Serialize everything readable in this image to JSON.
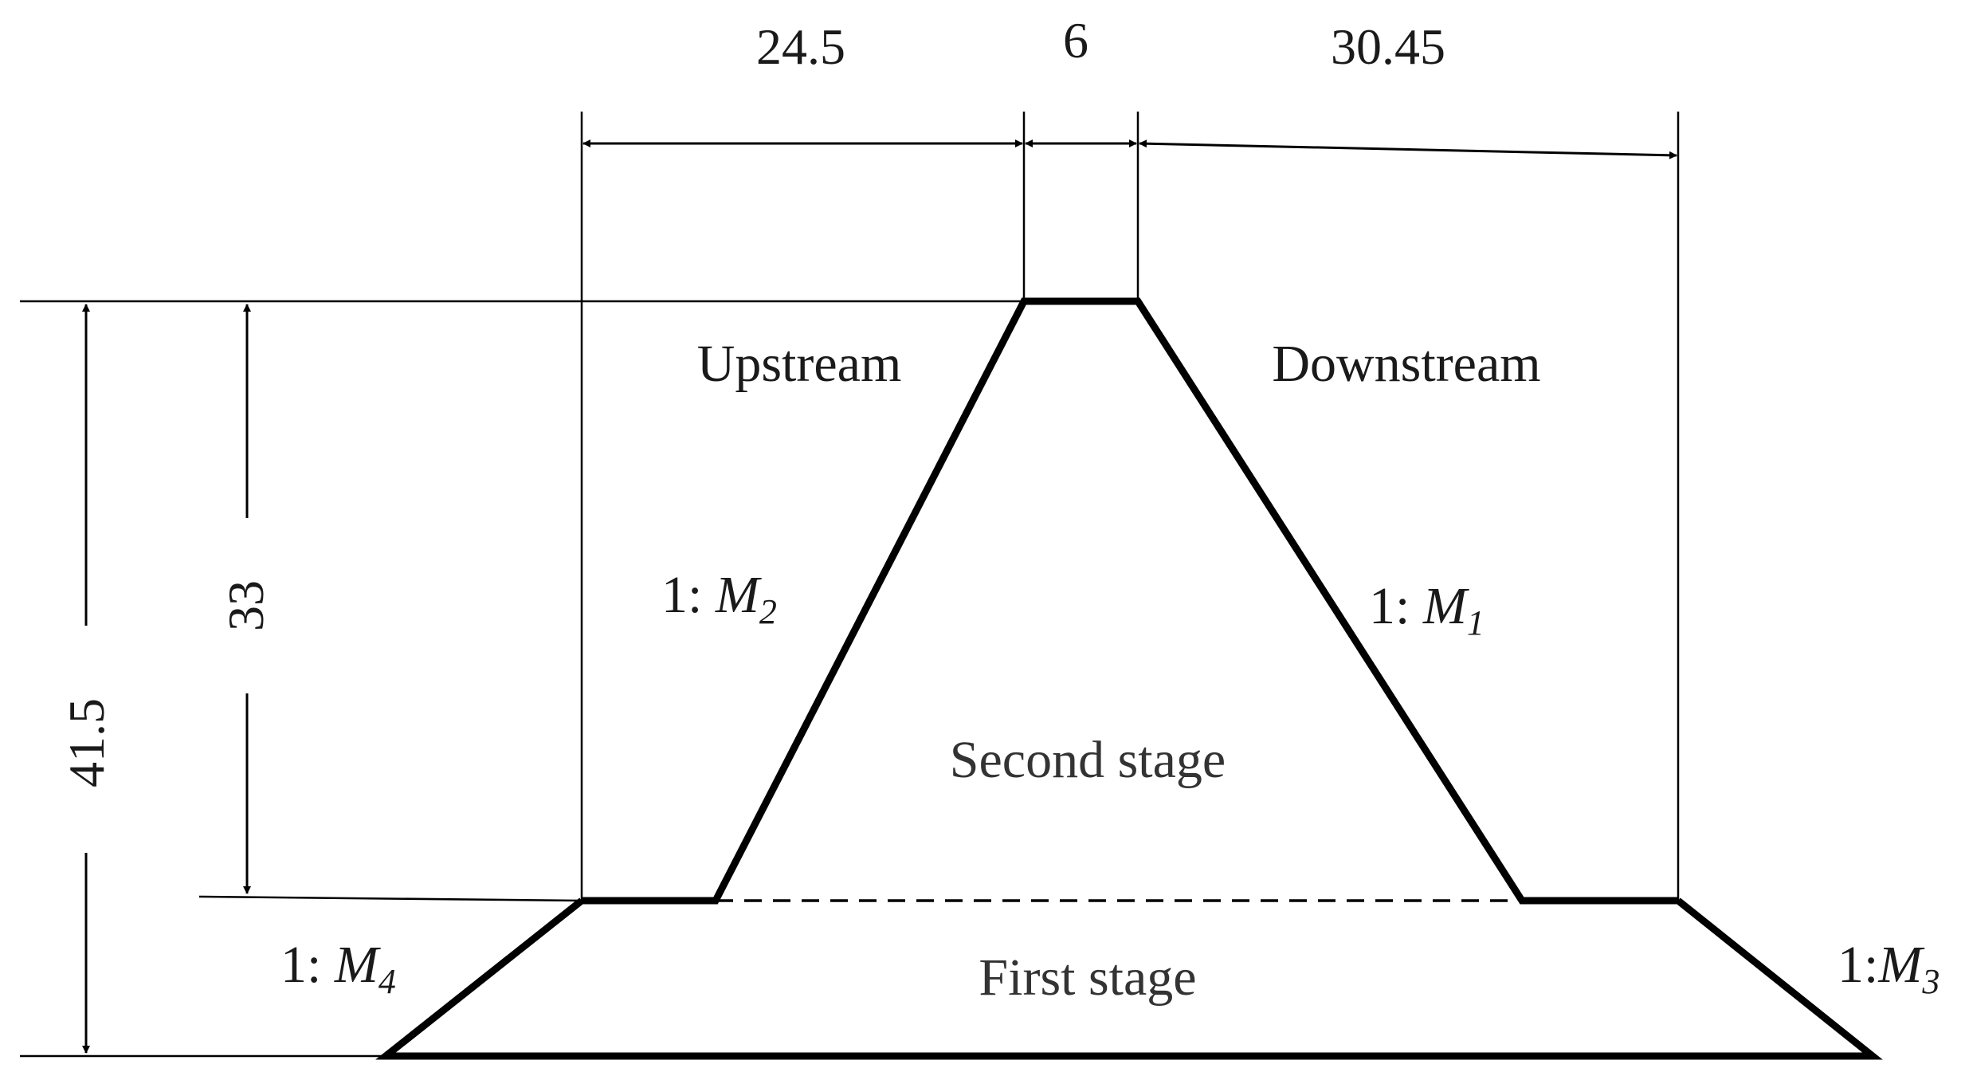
{
  "dimensions": {
    "upstream_width": "24.5",
    "crest_width": "6",
    "downstream_width": "30.45",
    "total_height": "41.5",
    "second_stage_height": "33"
  },
  "labels": {
    "upstream": "Upstream",
    "downstream": "Downstream",
    "second_stage": "Second stage",
    "first_stage": "First stage"
  },
  "slopes": {
    "m2": {
      "prefix": "1: ",
      "symbol": "M",
      "subscript": "2"
    },
    "m1": {
      "prefix": "1: ",
      "symbol": "M",
      "subscript": "1"
    },
    "m4": {
      "prefix": "1: ",
      "symbol": "M",
      "subscript": "4"
    },
    "m3": {
      "prefix": "1:",
      "symbol": "M",
      "subscript": "3"
    }
  }
}
